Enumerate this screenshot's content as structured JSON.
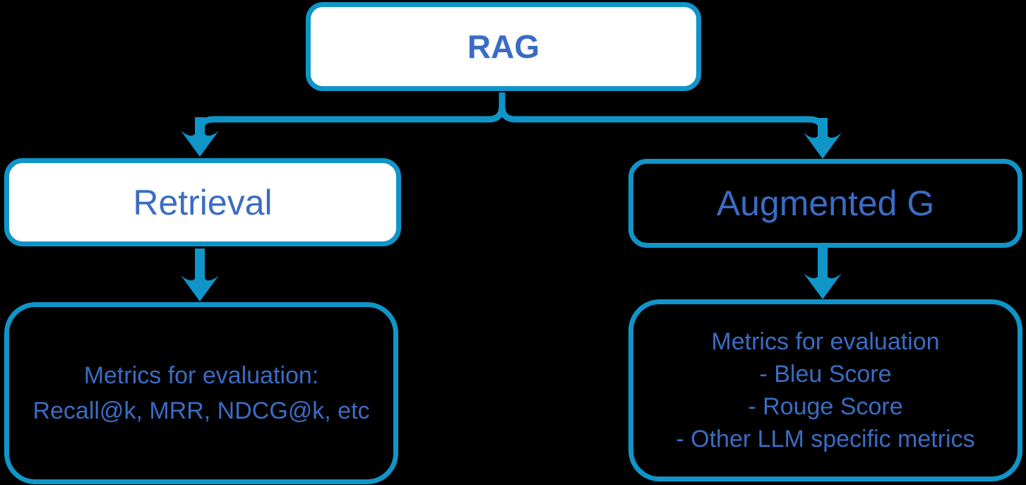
{
  "diagram": {
    "title_node": {
      "label": "RAG"
    },
    "colors": {
      "accent": "#1095c8",
      "text": "#3a6cc4",
      "background": "#000000",
      "box_fill": "#ffffff"
    },
    "nodes": {
      "rag": {
        "label": "RAG"
      },
      "retrieval": {
        "label": "Retrieval"
      },
      "augmented_generation": {
        "label": "Augmented G"
      },
      "retrieval_metrics": {
        "lines": [
          "Metrics for evaluation:",
          "Recall@k, MRR, NDCG@k, etc"
        ]
      },
      "generation_metrics": {
        "lines": [
          "Metrics for evaluation",
          "- Bleu Score",
          "- Rouge Score",
          "- Other LLM specific metrics"
        ]
      }
    },
    "edges": [
      {
        "from": "rag",
        "to": "retrieval"
      },
      {
        "from": "rag",
        "to": "augmented_generation"
      },
      {
        "from": "retrieval",
        "to": "retrieval_metrics"
      },
      {
        "from": "augmented_generation",
        "to": "generation_metrics"
      }
    ]
  }
}
